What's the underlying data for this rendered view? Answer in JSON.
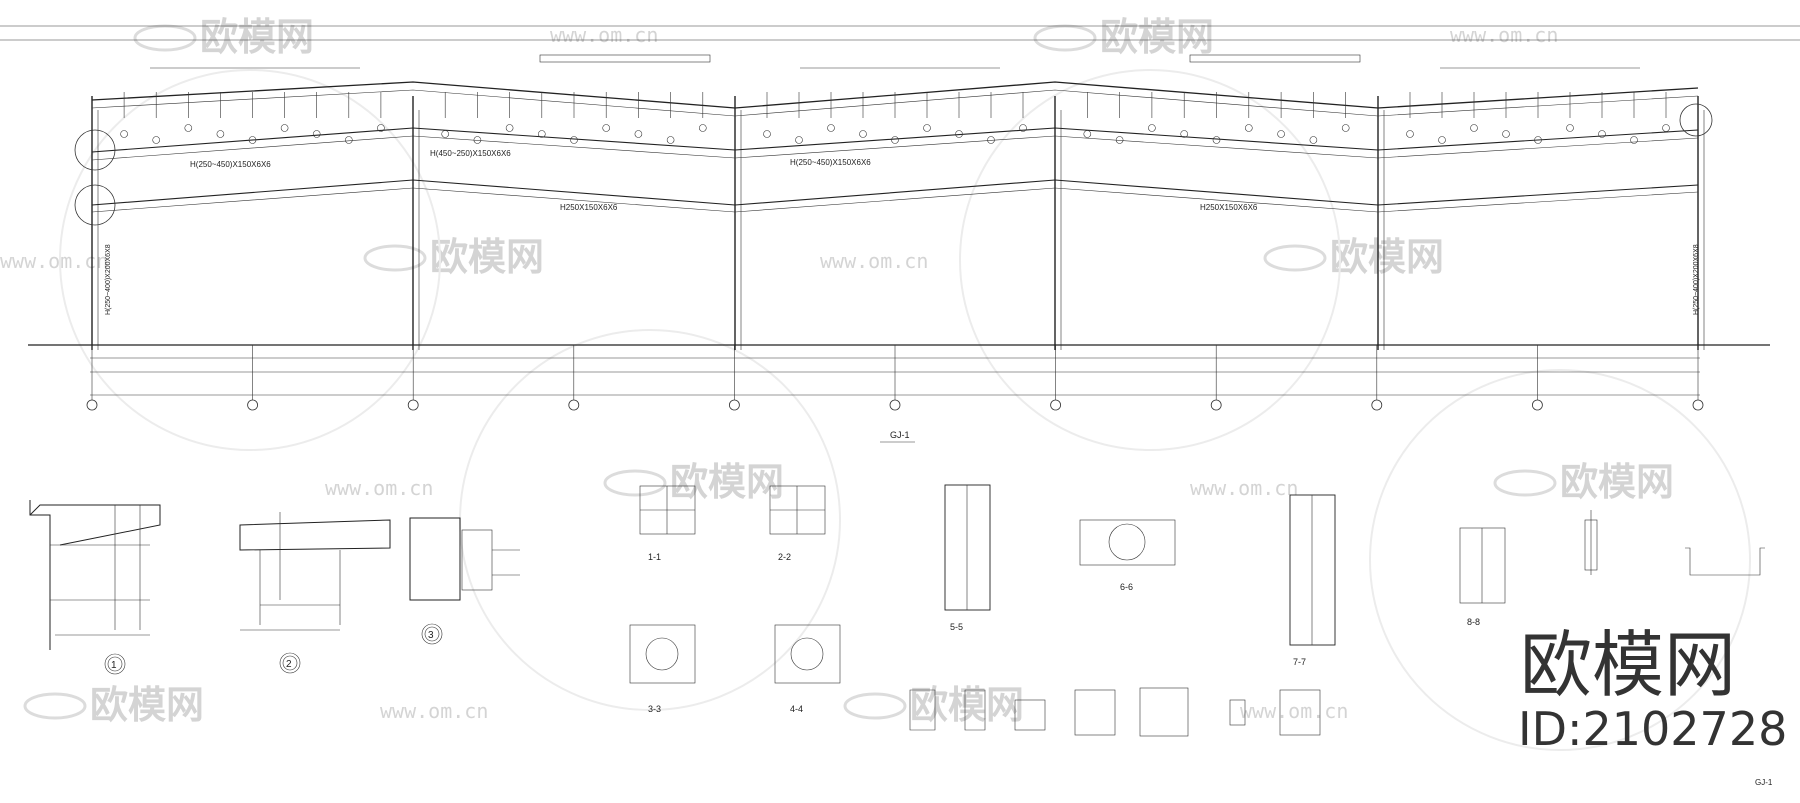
{
  "watermark": {
    "brand": "欧模网",
    "url": "www.om.cn"
  },
  "logo": {
    "brand": "欧模网",
    "id_label": "ID:2102728"
  },
  "frame": {
    "member_labels": [
      "H(250~450)X150X6X6",
      "H(450~250)X150X6X6",
      "H250X150X6X6",
      "H(250~450)X150X6X6",
      "H250X150X6X6"
    ],
    "column_label": "H(250~400)X200X6X8",
    "axis_bubbles": 11
  },
  "details": {
    "node_numbers": [
      "1",
      "2",
      "3"
    ],
    "section_labels": [
      "1-1",
      "2-2",
      "3-3",
      "4-4",
      "5-5",
      "6-6",
      "7-7",
      "8-8"
    ]
  },
  "sheet_no": "GJ-1"
}
